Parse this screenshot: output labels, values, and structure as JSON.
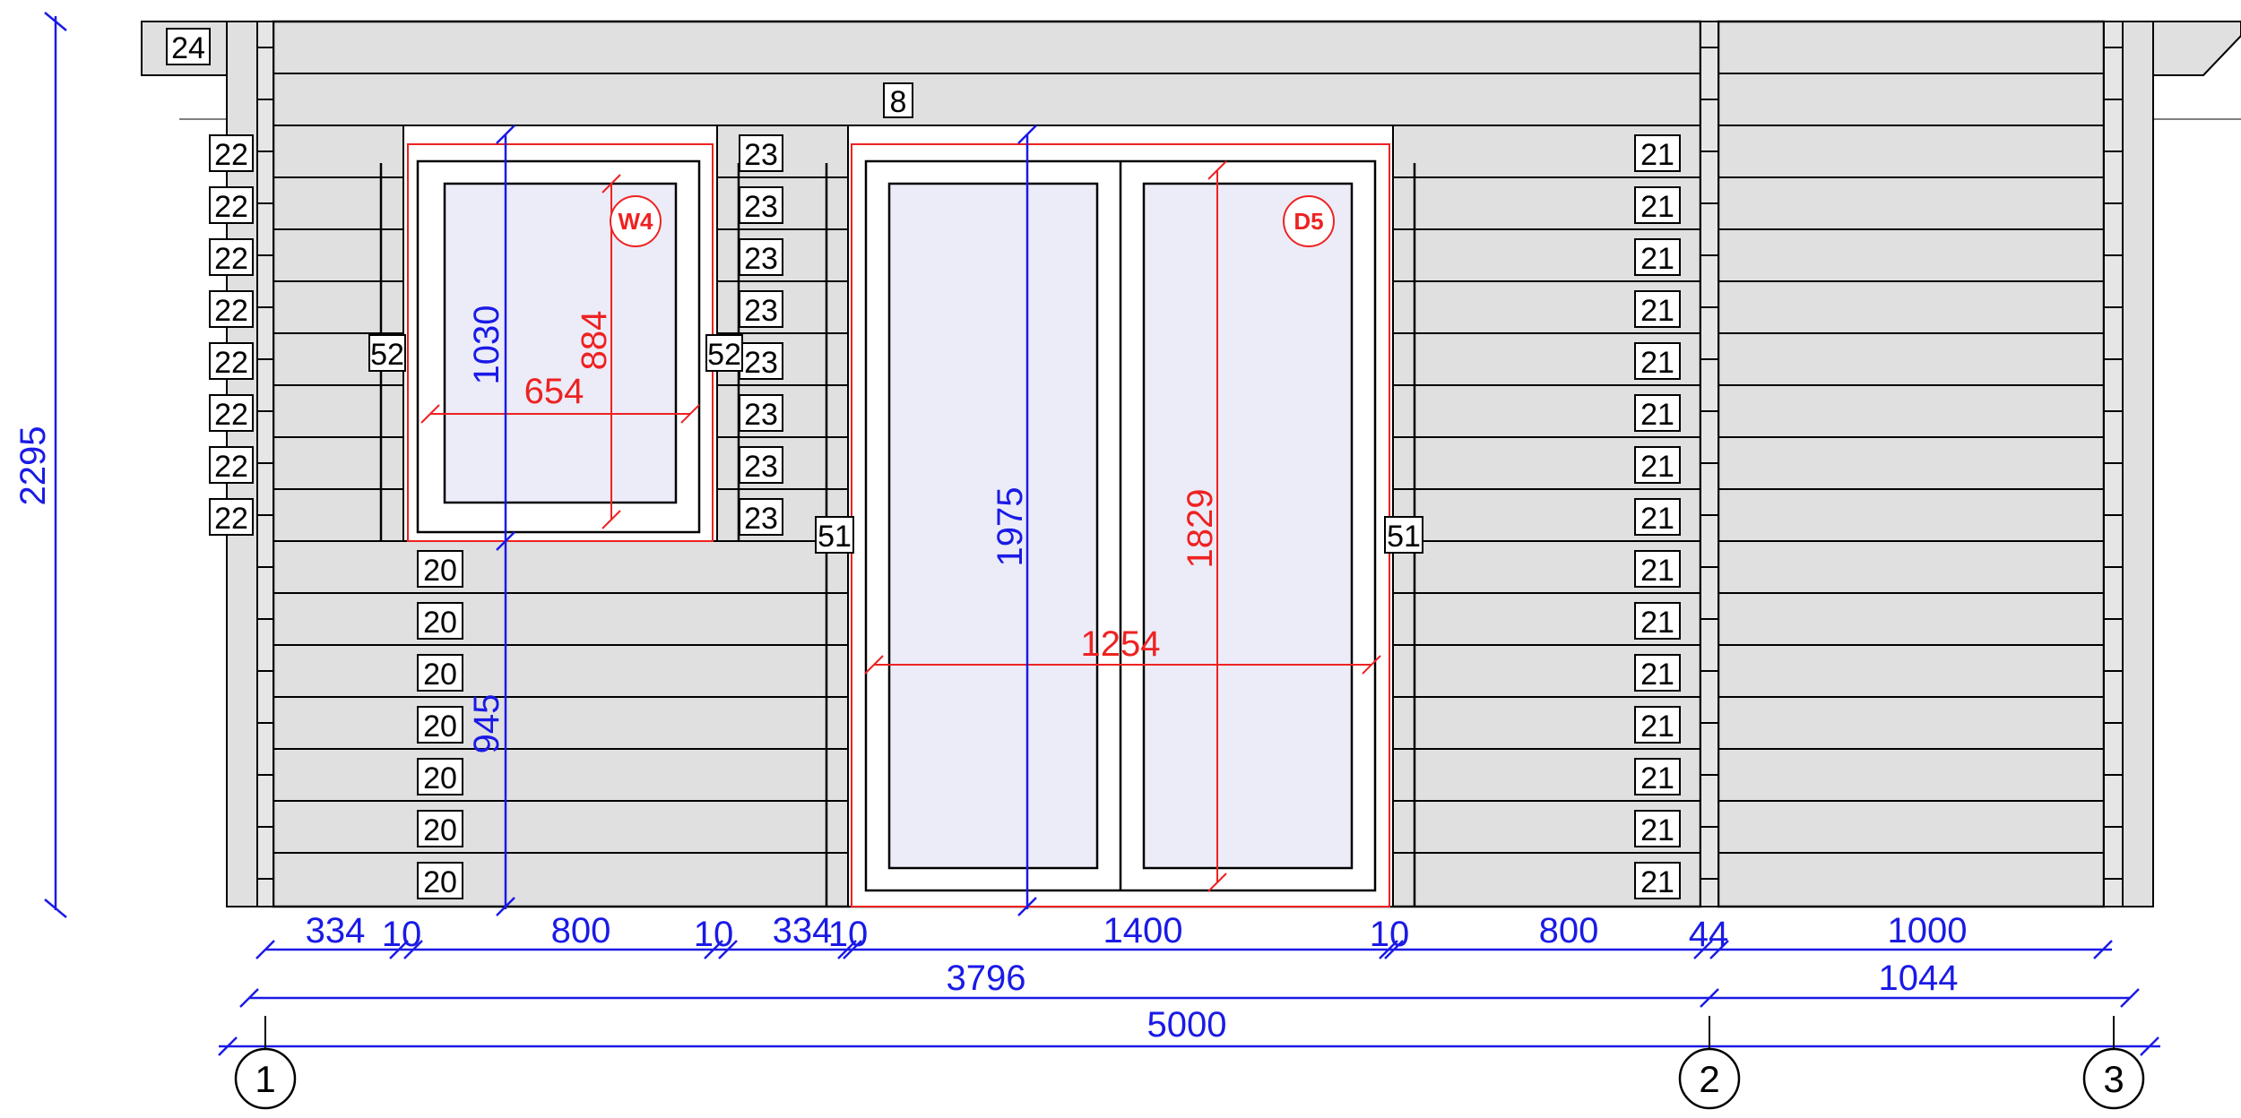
{
  "elevation": {
    "roof_beam_tag": "24",
    "top_board_tag": "8",
    "left_jamb_tag": "52",
    "right_jamb_tag": "52",
    "left_door_jamb_tag": "51",
    "right_door_jamb_tag": "51",
    "left_wall_board_tags": [
      "22",
      "22",
      "22",
      "22",
      "22",
      "22",
      "22",
      "22"
    ],
    "between_wall_board_tags": [
      "23",
      "23",
      "23",
      "23",
      "23",
      "23",
      "23",
      "23"
    ],
    "below_window_board_tags": [
      "20",
      "20",
      "20",
      "20",
      "20",
      "20",
      "20"
    ],
    "right_wall_board_tags": [
      "21",
      "21",
      "21",
      "21",
      "21",
      "21",
      "21",
      "21",
      "21",
      "21",
      "21",
      "21",
      "21",
      "21",
      "21"
    ]
  },
  "window": {
    "mark": "W4",
    "height_dim": "1030",
    "glass_height_dim": "884",
    "glass_width_dim": "654",
    "sill_height_dim": "945"
  },
  "door": {
    "mark": "D5",
    "height_dim": "1975",
    "glass_height_dim": "1829",
    "glass_width_dim": "1254"
  },
  "overall_height_dim": "2295",
  "dim_row_1": [
    "334",
    "10",
    "800",
    "10",
    "334",
    "10",
    "1400",
    "10",
    "800",
    "44",
    "1000"
  ],
  "dim_row_2": [
    "3796",
    "1044"
  ],
  "dim_row_3": [
    "5000"
  ],
  "grid_axes": [
    "1",
    "2",
    "3"
  ],
  "colors": {
    "wall_fill": "#e0e0e0",
    "glass_fill": "#ececf8",
    "dimension_line": "#1a1ae6",
    "opening_line": "#ee2222",
    "outline": "#000000"
  }
}
